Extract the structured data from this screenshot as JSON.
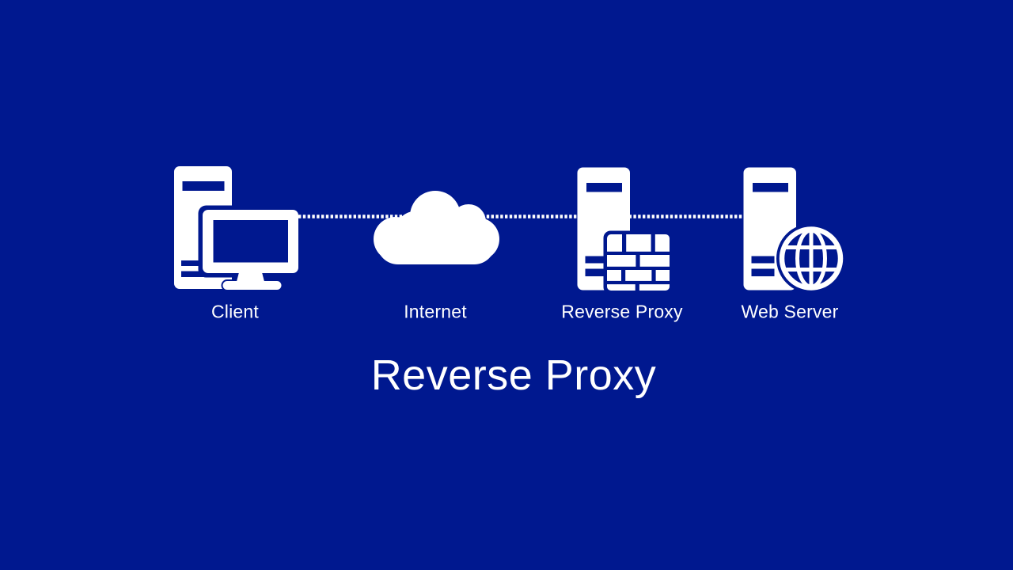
{
  "title": "Reverse Proxy",
  "colors": {
    "background": "#00188f",
    "foreground": "#ffffff"
  },
  "diagram": {
    "connector": {
      "style": "dotted-line",
      "color": "#ffffff"
    },
    "nodes": [
      {
        "id": "client",
        "label": "Client",
        "icon": "desktop-computer-icon"
      },
      {
        "id": "internet",
        "label": "Internet",
        "icon": "cloud-icon"
      },
      {
        "id": "reverse-proxy",
        "label": "Reverse Proxy",
        "icon": "server-firewall-icon"
      },
      {
        "id": "web-server",
        "label": "Web Server",
        "icon": "server-globe-icon"
      }
    ]
  }
}
